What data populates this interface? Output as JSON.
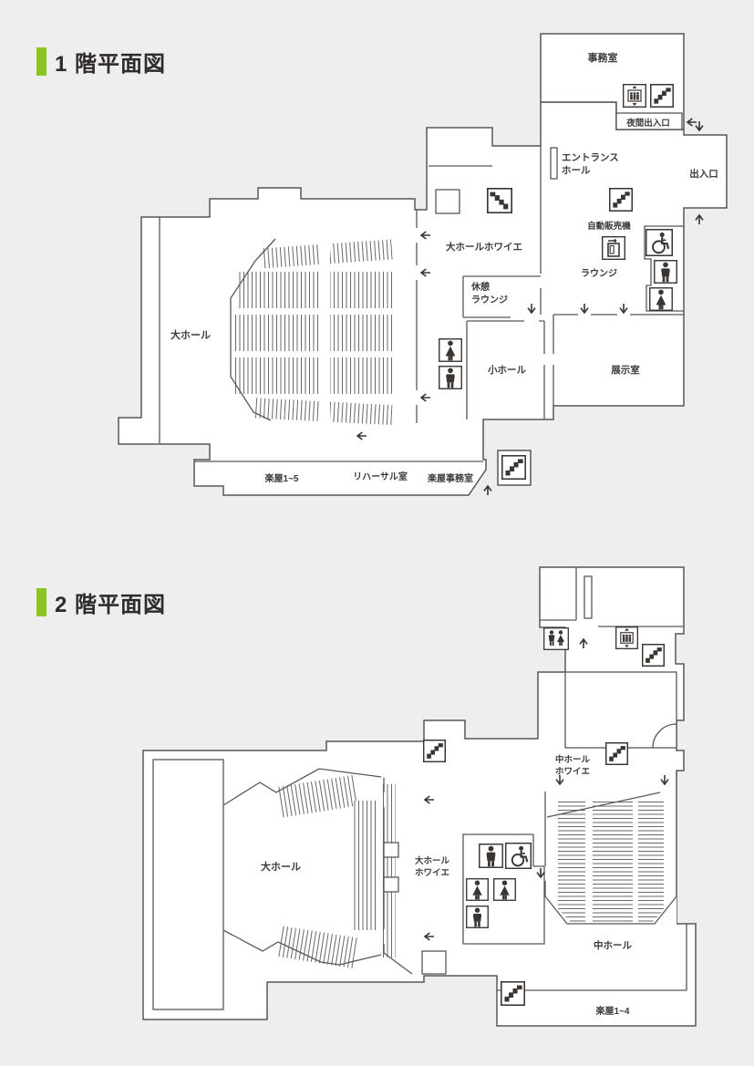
{
  "page": {
    "background_color": "#edeeed",
    "accent_green": "#8fc31f",
    "wall_line_color": "#595757",
    "text_color": "#3e3a39"
  },
  "floor1": {
    "title": "1 階平面図",
    "labels": {
      "office": "事務室",
      "night_exit": "夜間出入口",
      "entrance_hall": [
        "エントランス",
        "ホール"
      ],
      "main_exit": "出入口",
      "vending": "自動販売機",
      "lounge": "ラウンジ",
      "main_hall_foyer": "大ホールホワイエ",
      "rest_lounge": [
        "休憩",
        "ラウンジ"
      ],
      "main_hall": "大ホール",
      "small_hall": "小ホール",
      "exhibition_room": "展示室",
      "dressing_rooms": "楽屋1~5",
      "rehearsal_room": "リハーサル室",
      "dressing_office": "楽屋事務室"
    }
  },
  "floor2": {
    "title": "2 階平面図",
    "labels": {
      "main_hall": "大ホール",
      "main_hall_foyer": [
        "大ホール",
        "ホワイエ"
      ],
      "middle_hall_foyer": [
        "中ホール",
        "ホワイエ"
      ],
      "middle_hall": "中ホール",
      "dressing_rooms": "楽屋1~4"
    }
  },
  "icons": {
    "stairs": "stairs",
    "elevator": "elevator",
    "wheelchair": "accessible-restroom",
    "male": "male-restroom",
    "female": "female-restroom",
    "male_female": "restrooms",
    "vending_machine": "vending-machine",
    "arrow_up": "↑",
    "arrow_down": "↓",
    "arrow_left": "←"
  }
}
